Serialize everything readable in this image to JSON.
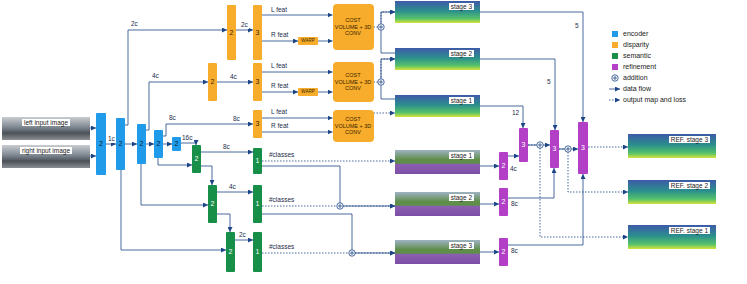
{
  "diagram": {
    "nodes": [
      {
        "text": [
          "left input image"
        ]
      },
      {
        "text": [
          "right input image"
        ]
      },
      {
        "text": [
          "2"
        ]
      },
      {
        "text": [
          "2"
        ]
      },
      {
        "text": [
          "2"
        ]
      },
      {
        "text": [
          "2"
        ]
      },
      {
        "text": [
          "2"
        ]
      },
      {
        "text": [
          "2"
        ]
      },
      {
        "text": [
          "3"
        ]
      },
      {
        "text": [
          "WARP"
        ]
      },
      {
        "text": [
          "COST VOLUME + 3D CONV"
        ]
      },
      {
        "text": [
          "stage 3"
        ]
      },
      {
        "text": [
          "2"
        ]
      },
      {
        "text": [
          "3"
        ]
      },
      {
        "text": [
          "WARP"
        ]
      },
      {
        "text": [
          "COST VOLUME + 3D CONV"
        ]
      },
      {
        "text": [
          "stage 2"
        ]
      },
      {
        "text": [
          "3"
        ]
      },
      {
        "text": [
          "COST VOLUME + 3D CONV"
        ]
      },
      {
        "text": [
          "stage 1"
        ]
      },
      {
        "text": [
          "2"
        ]
      },
      {
        "text": [
          "1"
        ]
      },
      {
        "text": [
          "stage 1"
        ]
      },
      {
        "text": [
          "2"
        ]
      },
      {
        "text": [
          "1"
        ]
      },
      {
        "text": [
          "stage 2"
        ]
      },
      {
        "text": [
          "2"
        ]
      },
      {
        "text": [
          "1"
        ]
      },
      {
        "text": [
          "stage 3"
        ]
      },
      {
        "text": [
          "2"
        ]
      },
      {
        "text": [
          "3"
        ]
      },
      {
        "text": [
          "2"
        ]
      },
      {
        "text": [
          "3"
        ]
      },
      {
        "text": [
          "2"
        ]
      },
      {
        "text": [
          "3"
        ]
      },
      {
        "text": [
          "REF. stage 3"
        ]
      },
      {
        "text": [
          "REF. stage 2"
        ]
      },
      {
        "text": [
          "REF. stage 1"
        ]
      }
    ],
    "edges": [
      {
        "from": 0,
        "to": 2,
        "arrow": "to"
      },
      {
        "from": 1,
        "to": 2,
        "arrow": "to"
      },
      {
        "from": 2,
        "to": 3,
        "arrow": "to"
      },
      {
        "from": 3,
        "to": 4,
        "arrow": "to"
      },
      {
        "from": 4,
        "to": 5,
        "arrow": "to"
      },
      {
        "from": 5,
        "to": 6,
        "arrow": "to"
      },
      {
        "from": 3,
        "to": 7,
        "arrow": "to"
      },
      {
        "from": 4,
        "to": 12,
        "arrow": "to"
      },
      {
        "from": 5,
        "to": 17,
        "arrow": "to"
      },
      {
        "from": 6,
        "to": 20,
        "arrow": "to"
      },
      {
        "from": 7,
        "to": 8,
        "arrow": "to"
      },
      {
        "from": 8,
        "to": 10,
        "arrow": "to"
      },
      {
        "from": 8,
        "to": 9,
        "arrow": "to"
      },
      {
        "from": 9,
        "to": 10,
        "arrow": "to"
      },
      {
        "from": 10,
        "to": 11,
        "arrow": "to"
      },
      {
        "from": 12,
        "to": 13,
        "arrow": "to"
      },
      {
        "from": 13,
        "to": 15,
        "arrow": "to"
      },
      {
        "from": 13,
        "to": 14,
        "arrow": "to"
      },
      {
        "from": 14,
        "to": 15,
        "arrow": "to"
      },
      {
        "from": 15,
        "to": 16,
        "arrow": "to"
      },
      {
        "from": 16,
        "to": 11,
        "arrow": "to"
      },
      {
        "from": 17,
        "to": 18,
        "arrow": "to"
      },
      {
        "from": 17,
        "to": 18,
        "arrow": "to"
      },
      {
        "from": 18,
        "to": 19,
        "arrow": "to"
      },
      {
        "from": 19,
        "to": 16,
        "arrow": "to"
      },
      {
        "from": 5,
        "to": 20,
        "arrow": "to"
      },
      {
        "from": 4,
        "to": 23,
        "arrow": "to"
      },
      {
        "from": 3,
        "to": 26,
        "arrow": "to"
      },
      {
        "from": 20,
        "to": 21,
        "arrow": "to"
      },
      {
        "from": 20,
        "to": 23,
        "arrow": "to"
      },
      {
        "from": 21,
        "to": 22,
        "arrow": "to"
      },
      {
        "from": 21,
        "to": 25,
        "arrow": "to"
      },
      {
        "from": 23,
        "to": 24,
        "arrow": "to"
      },
      {
        "from": 23,
        "to": 26,
        "arrow": "to"
      },
      {
        "from": 24,
        "to": 25,
        "arrow": "to"
      },
      {
        "from": 24,
        "to": 28,
        "arrow": "to"
      },
      {
        "from": 26,
        "to": 27,
        "arrow": "to"
      },
      {
        "from": 27,
        "to": 28,
        "arrow": "to"
      },
      {
        "from": 19,
        "to": 30,
        "arrow": "to"
      },
      {
        "from": 22,
        "to": 29,
        "arrow": "to"
      },
      {
        "from": 29,
        "to": 30,
        "arrow": "to"
      },
      {
        "from": 30,
        "to": 32,
        "arrow": "to"
      },
      {
        "from": 30,
        "to": 37,
        "arrow": "to"
      },
      {
        "from": 25,
        "to": 31,
        "arrow": "to"
      },
      {
        "from": 31,
        "to": 32,
        "arrow": "to"
      },
      {
        "from": 16,
        "to": 32,
        "arrow": "to"
      },
      {
        "from": 32,
        "to": 34,
        "arrow": "to"
      },
      {
        "from": 32,
        "to": 36,
        "arrow": "to"
      },
      {
        "from": 28,
        "to": 33,
        "arrow": "to"
      },
      {
        "from": 33,
        "to": 34,
        "arrow": "to"
      },
      {
        "from": 11,
        "to": 34,
        "arrow": "to"
      },
      {
        "from": 34,
        "to": 35,
        "arrow": "to"
      }
    ],
    "labels": [
      "1c",
      "2c",
      "4c",
      "8c",
      "16c",
      "2c",
      "4c",
      "8c",
      "L feat",
      "R feat",
      "L feat",
      "R feat",
      "L feat",
      "R feat",
      "8c",
      "#classes",
      "4c",
      "#classes",
      "2c",
      "#classes",
      "12",
      "4c",
      "8c",
      "8c",
      "5",
      "5"
    ],
    "legend": [
      {
        "text": "encoder",
        "color": "#1f9bea"
      },
      {
        "text": "disparity",
        "color": "#f7ad2b"
      },
      {
        "text": "semantic",
        "color": "#178f48"
      },
      {
        "text": "refinement",
        "color": "#b23fc6"
      },
      {
        "text": "addition"
      },
      {
        "text": "data flow"
      },
      {
        "text": "output map and loss"
      }
    ]
  }
}
